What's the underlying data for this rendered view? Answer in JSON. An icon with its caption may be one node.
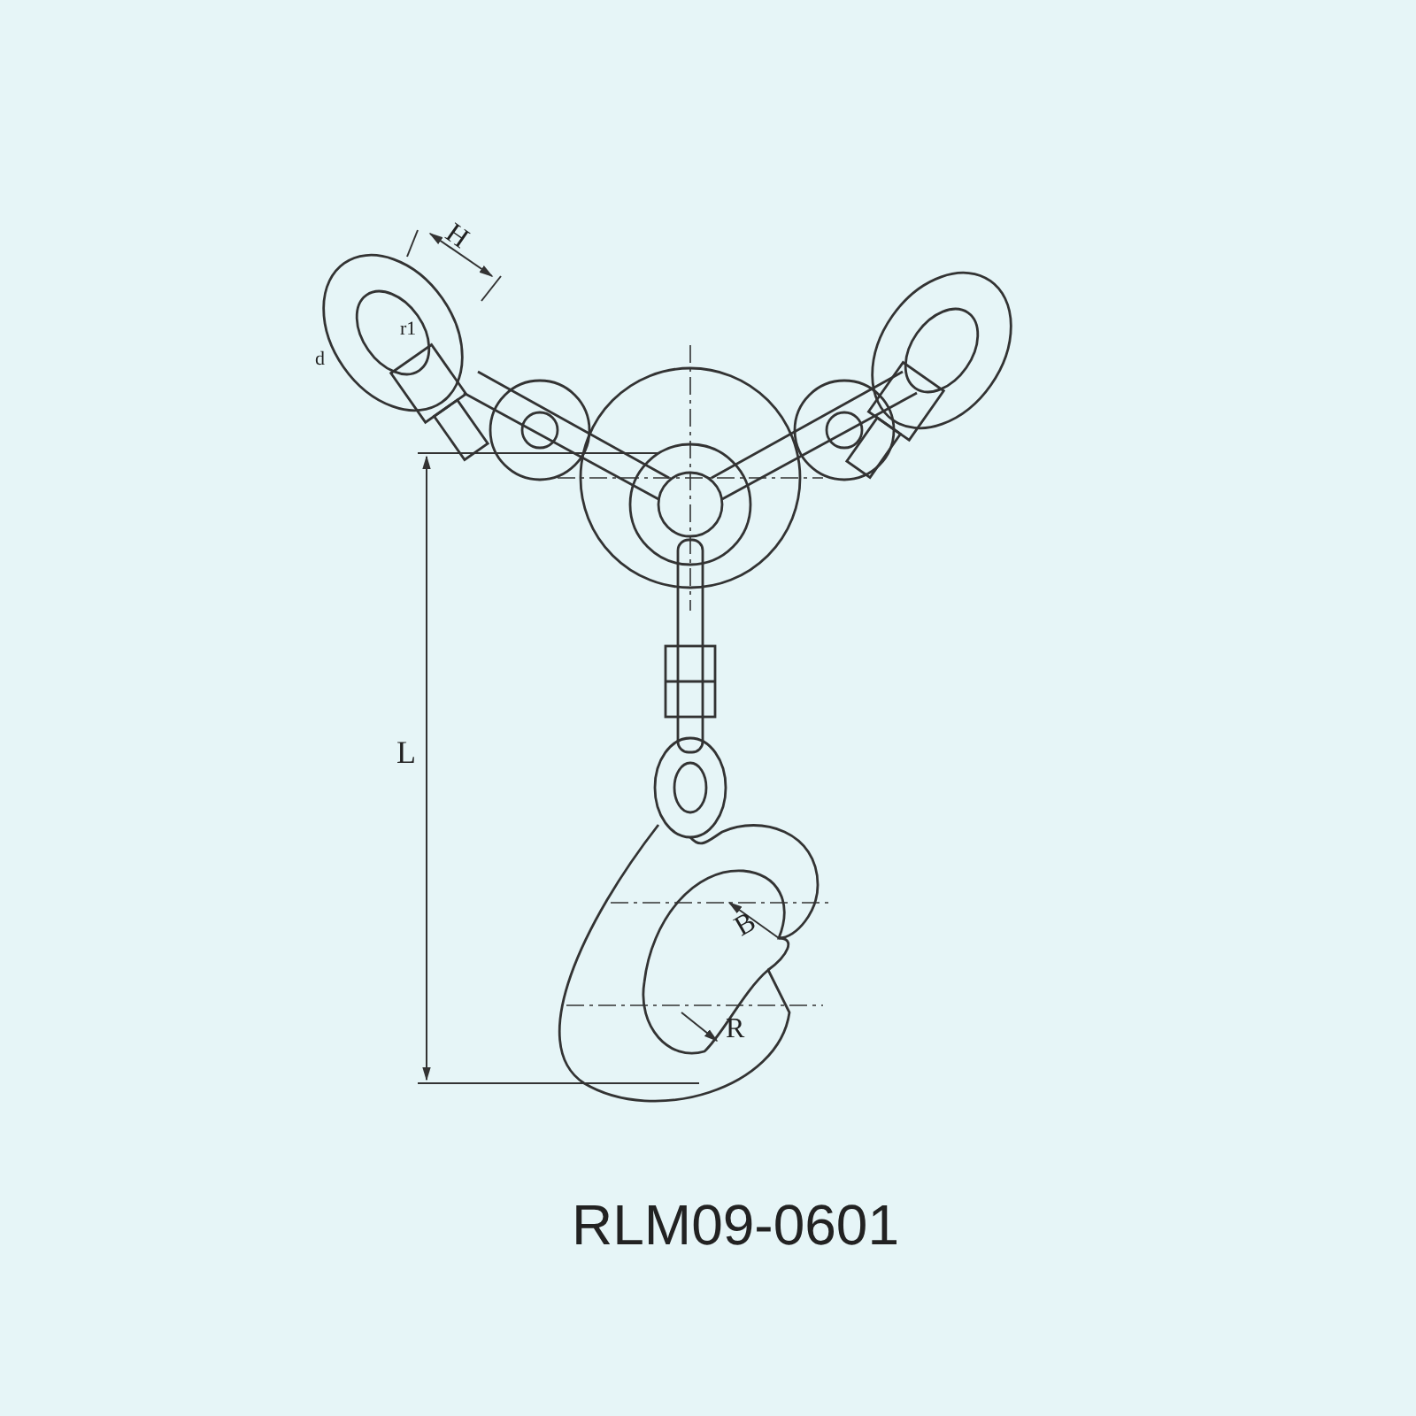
{
  "diagram": {
    "labels": [
      "H",
      "r1",
      "d",
      "L",
      "B",
      "R",
      "RLM09-0601"
    ]
  }
}
